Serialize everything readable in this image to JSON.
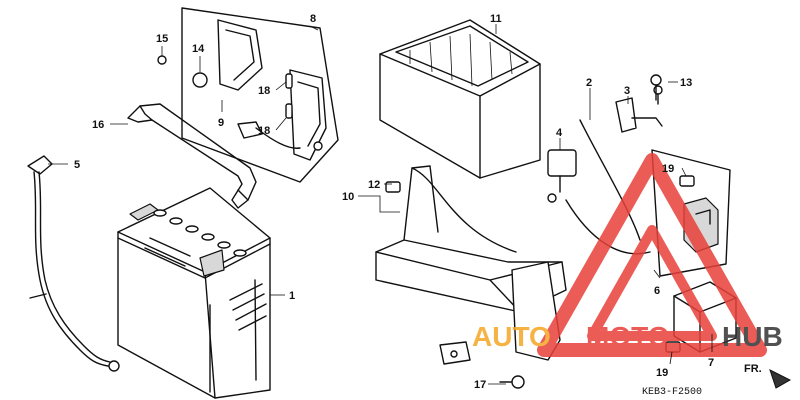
{
  "diagram": {
    "callouts": [
      {
        "id": "c1",
        "label": "1"
      },
      {
        "id": "c2",
        "label": "2"
      },
      {
        "id": "c3",
        "label": "3"
      },
      {
        "id": "c4",
        "label": "4"
      },
      {
        "id": "c5",
        "label": "5"
      },
      {
        "id": "c6",
        "label": "6"
      },
      {
        "id": "c7",
        "label": "7"
      },
      {
        "id": "c8",
        "label": "8"
      },
      {
        "id": "c9",
        "label": "9"
      },
      {
        "id": "c10",
        "label": "10"
      },
      {
        "id": "c11",
        "label": "11"
      },
      {
        "id": "c12",
        "label": "12"
      },
      {
        "id": "c13",
        "label": "13"
      },
      {
        "id": "c14",
        "label": "14"
      },
      {
        "id": "c15",
        "label": "15"
      },
      {
        "id": "c16",
        "label": "16"
      },
      {
        "id": "c17",
        "label": "17"
      },
      {
        "id": "c18a",
        "label": "18"
      },
      {
        "id": "c18b",
        "label": "18"
      },
      {
        "id": "c19a",
        "label": "19"
      },
      {
        "id": "c19b",
        "label": "19"
      }
    ],
    "direction_label": "FR.",
    "drawing_code": "KEB3-F2500"
  },
  "watermark": {
    "part1": "AUTO",
    "part2": "MOTO",
    "part3": "HUB",
    "color_red": "#e8403a",
    "color_orange": "#f5a623"
  }
}
